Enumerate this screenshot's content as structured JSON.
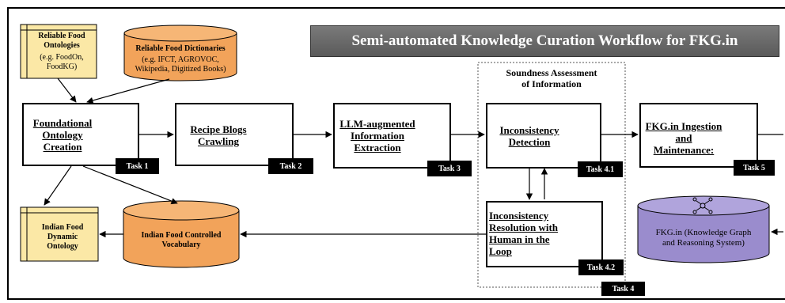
{
  "title": "Semi-automated Knowledge Curation Workflow for FKG.in",
  "sources": {
    "ontologies": {
      "title": "Reliable Food Ontologies",
      "detail": "(e.g. FoodOn, FoodKG)"
    },
    "dictionaries": {
      "title": "Reliable Food Dictionaries",
      "detail": "(e.g. IFCT, AGROVOC, Wikipedia, Digitized Books)"
    }
  },
  "soundness": {
    "line1": "Soundness Assessment",
    "line2": "of Information"
  },
  "tasks": {
    "t1": {
      "label_l1": "Foundational",
      "label_l2": "Ontology",
      "label_l3": "Creation",
      "badge": "Task 1",
      "icon": "database-gear-icon"
    },
    "t2": {
      "label_l1": "Recipe Blogs",
      "label_l2": "Crawling",
      "badge": "Task 2",
      "icon": "web-crawl-icon"
    },
    "t3": {
      "label_l1": "LLM-augmented",
      "label_l2": "Information",
      "label_l3": "Extraction",
      "badge": "Task 3",
      "icon": "neural-network-icon"
    },
    "t41": {
      "label_l1": "Inconsistency",
      "label_l2": "Detection",
      "badge": "Task 4.1",
      "icon": "gear-wrench-icon"
    },
    "t42": {
      "label_l1": "Inconsistency",
      "label_l2": "Resolution with",
      "label_l3": "Human in the",
      "label_l4": "Loop",
      "badge": "Task 4.2",
      "icon": "user-search-icon"
    },
    "t4": {
      "badge": "Task 4"
    },
    "t5": {
      "label_l1": "FKG.in Ingestion",
      "label_l2": "and",
      "label_l3": "Maintenance:",
      "badge": "Task 5",
      "icon": "graph-nodes-icon"
    }
  },
  "outputs": {
    "dynamic_ontology": {
      "line1": "Indian Food",
      "line2": "Dynamic",
      "line3": "Ontology"
    },
    "vocabulary": {
      "line1": "Indian Food Controlled",
      "line2": "Vocabulary"
    },
    "fkg": {
      "line1": "FKG.in (Knowledge Graph",
      "line2": "and Reasoning System)"
    }
  },
  "colors": {
    "yellow": "#fbe8a6",
    "orange": "#f2a35a",
    "purple": "#9a8ccd",
    "banner": "#666666"
  }
}
